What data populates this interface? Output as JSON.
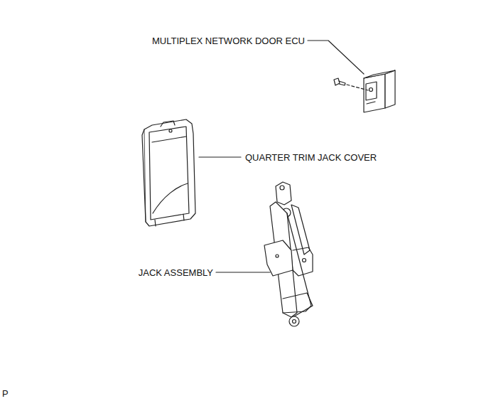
{
  "diagram": {
    "labels": [
      "MULTIPLEX NETWORK DOOR ECU",
      "QUARTER TRIM JACK COVER",
      "JACK ASSEMBLY",
      "P"
    ]
  }
}
